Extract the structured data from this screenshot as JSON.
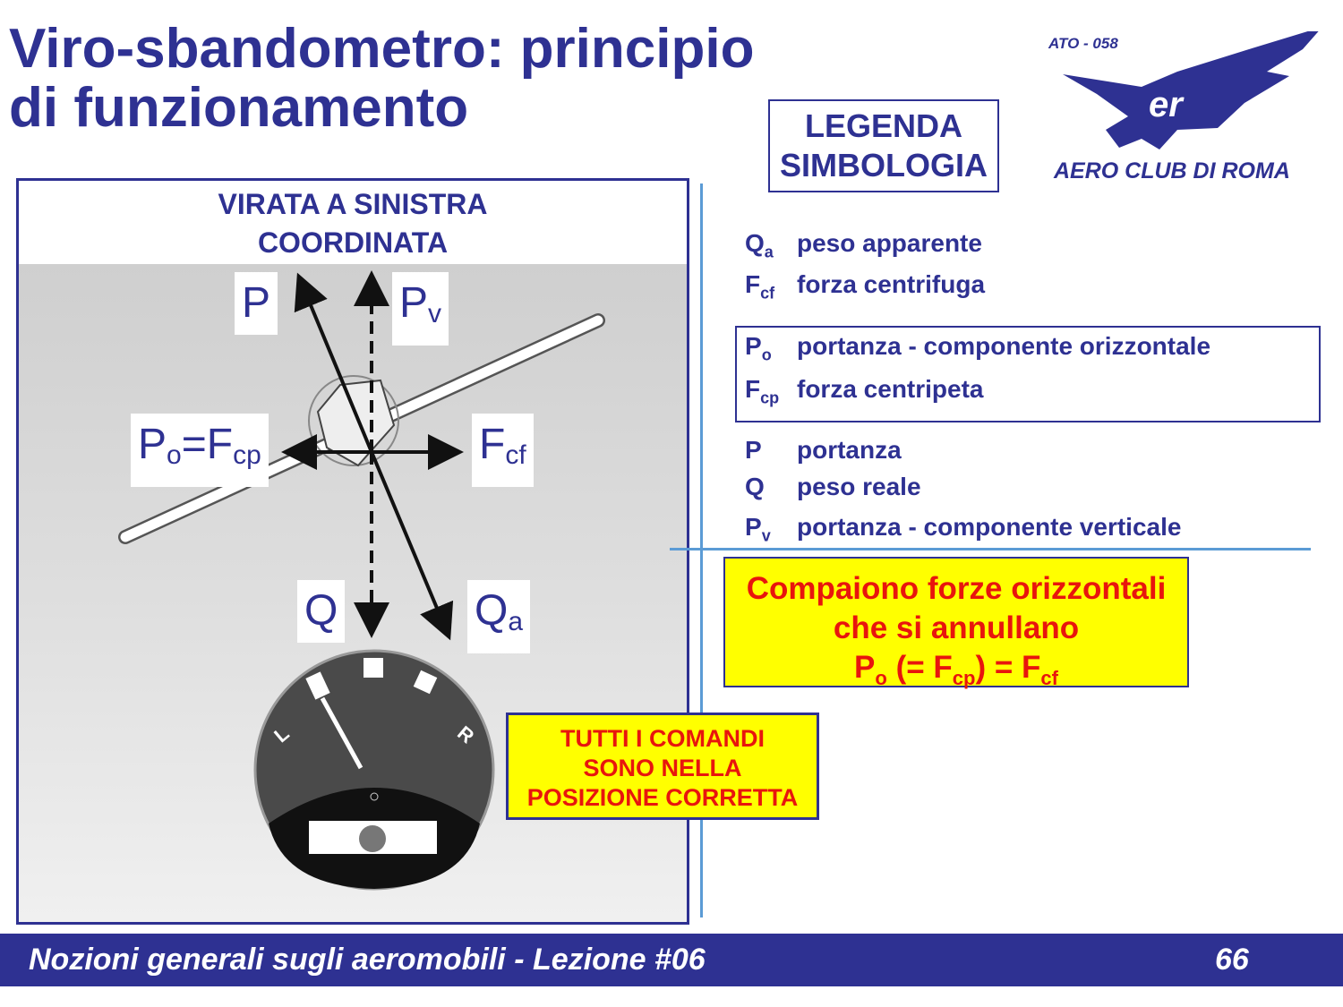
{
  "title": {
    "line1": "Viro-sbandometro: principio",
    "line2": "di funzionamento"
  },
  "logo": {
    "code": "ATO - 058",
    "name": "AERO CLUB DI ROMA",
    "brand_color": "#2e3192"
  },
  "diagram": {
    "heading1": "VIRATA A SINISTRA",
    "heading2": "COORDINATA",
    "labels": {
      "P": "P",
      "Pv": "P",
      "Pv_sub": "v",
      "Po": "P",
      "Po_sub": "o",
      "eq": "=F",
      "Fcp_sub": "cp",
      "Fcf": "F",
      "Fcf_sub": "cf",
      "Q": "Q",
      "Qa": "Q",
      "Qa_sub": "a"
    },
    "gauge": {
      "left": "L",
      "right": "R"
    }
  },
  "legend": {
    "title1": "LEGENDA",
    "title2": "SIMBOLOGIA",
    "items": [
      {
        "sym": "Q",
        "sub": "a",
        "text": "peso apparente"
      },
      {
        "sym": "F",
        "sub": "cf",
        "text": "forza centrifuga"
      },
      {
        "sym": "P",
        "sub": "o",
        "text": "portanza - componente orizzontale"
      },
      {
        "sym": "F",
        "sub": "cp",
        "text": "forza centripeta"
      },
      {
        "sym": "P",
        "sub": "",
        "text": "portanza"
      },
      {
        "sym": "Q",
        "sub": "",
        "text": "peso reale"
      },
      {
        "sym": "P",
        "sub": "v",
        "text": "portanza - componente verticale"
      }
    ]
  },
  "note": {
    "line1": "Compaiono forze orizzontali",
    "line2": "che si annullano",
    "f1": "P",
    "f1sub": "o",
    "f2": " (= F",
    "f2sub": "cp",
    "f3": ") = F",
    "f3sub": "cf"
  },
  "commands": {
    "line1": "TUTTI I COMANDI",
    "line2": "SONO NELLA",
    "line3": "POSIZIONE CORRETTA"
  },
  "footer": {
    "text": "Nozioni generali sugli aeromobili - Lezione #06",
    "page": "66"
  },
  "colors": {
    "navy": "#2e3192",
    "yellow": "#ffff00",
    "red": "#e8150d",
    "line": "#5b9bd5"
  }
}
